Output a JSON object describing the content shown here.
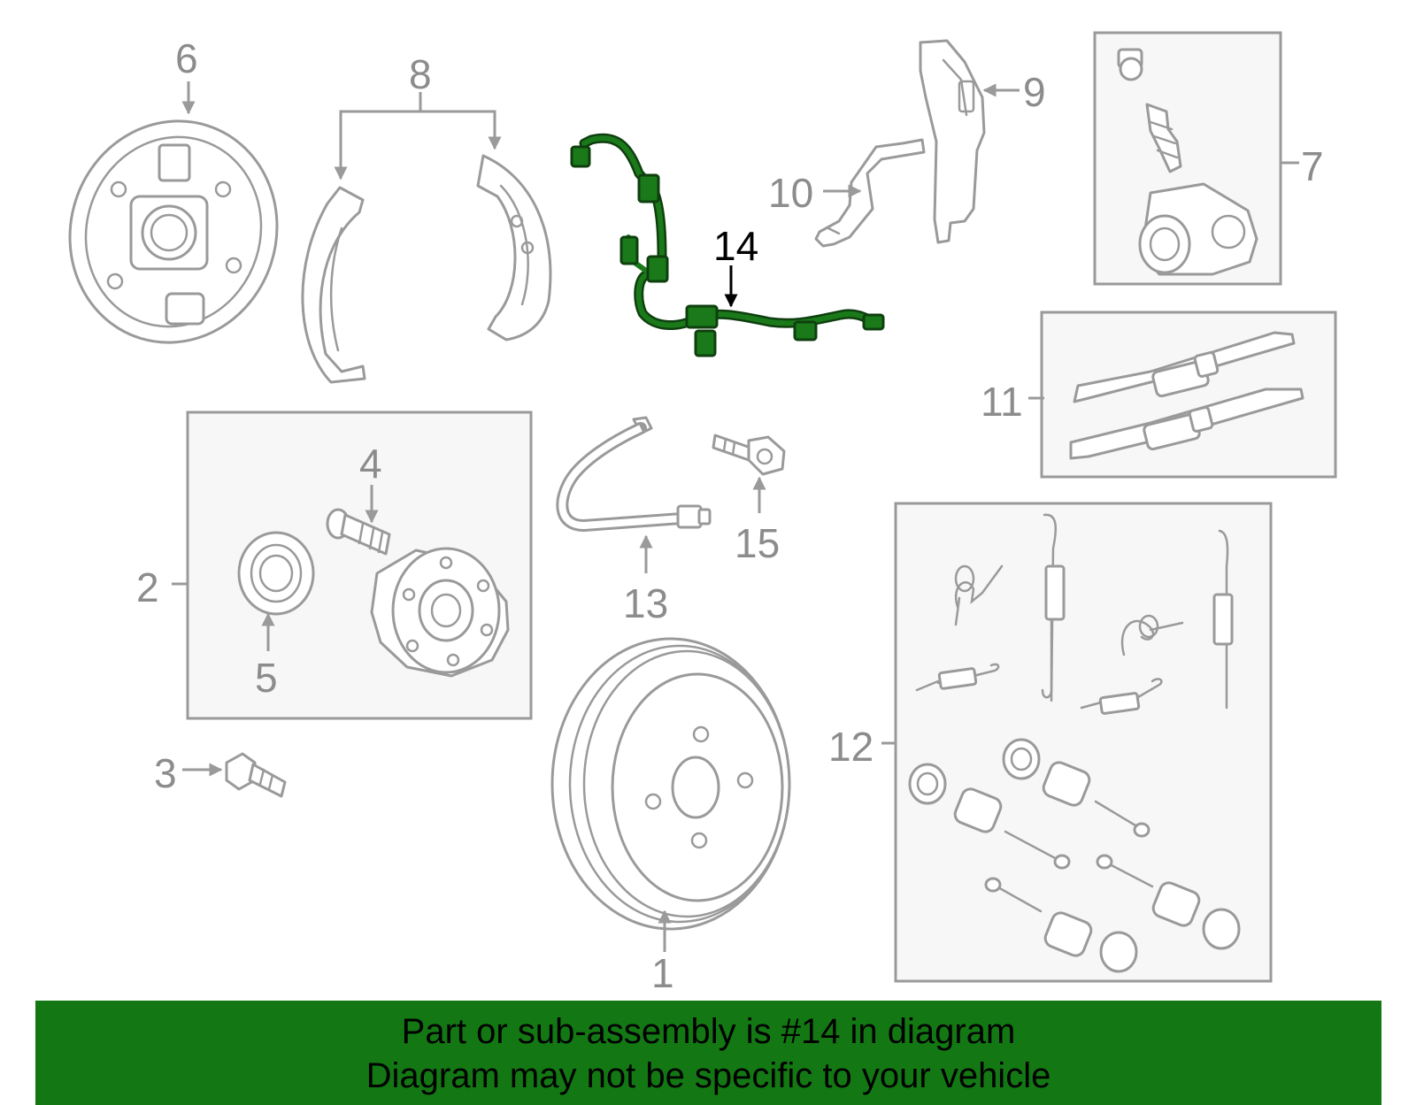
{
  "callouts": {
    "c1": "1",
    "c2": "2",
    "c3": "3",
    "c4": "4",
    "c5": "5",
    "c6": "6",
    "c7": "7",
    "c8": "8",
    "c9": "9",
    "c10": "10",
    "c11": "11",
    "c12": "12",
    "c13": "13",
    "c14": "14",
    "c15": "15"
  },
  "highlighted_part": "14",
  "colors": {
    "highlight": "#1a7a1a",
    "banner": "#137813",
    "line_art": "#9a9a9a",
    "callout_text": "#8c8c8c"
  },
  "banner": {
    "line1": "Part or sub-assembly is #14 in diagram",
    "line2": "Diagram may not be specific to your vehicle"
  }
}
